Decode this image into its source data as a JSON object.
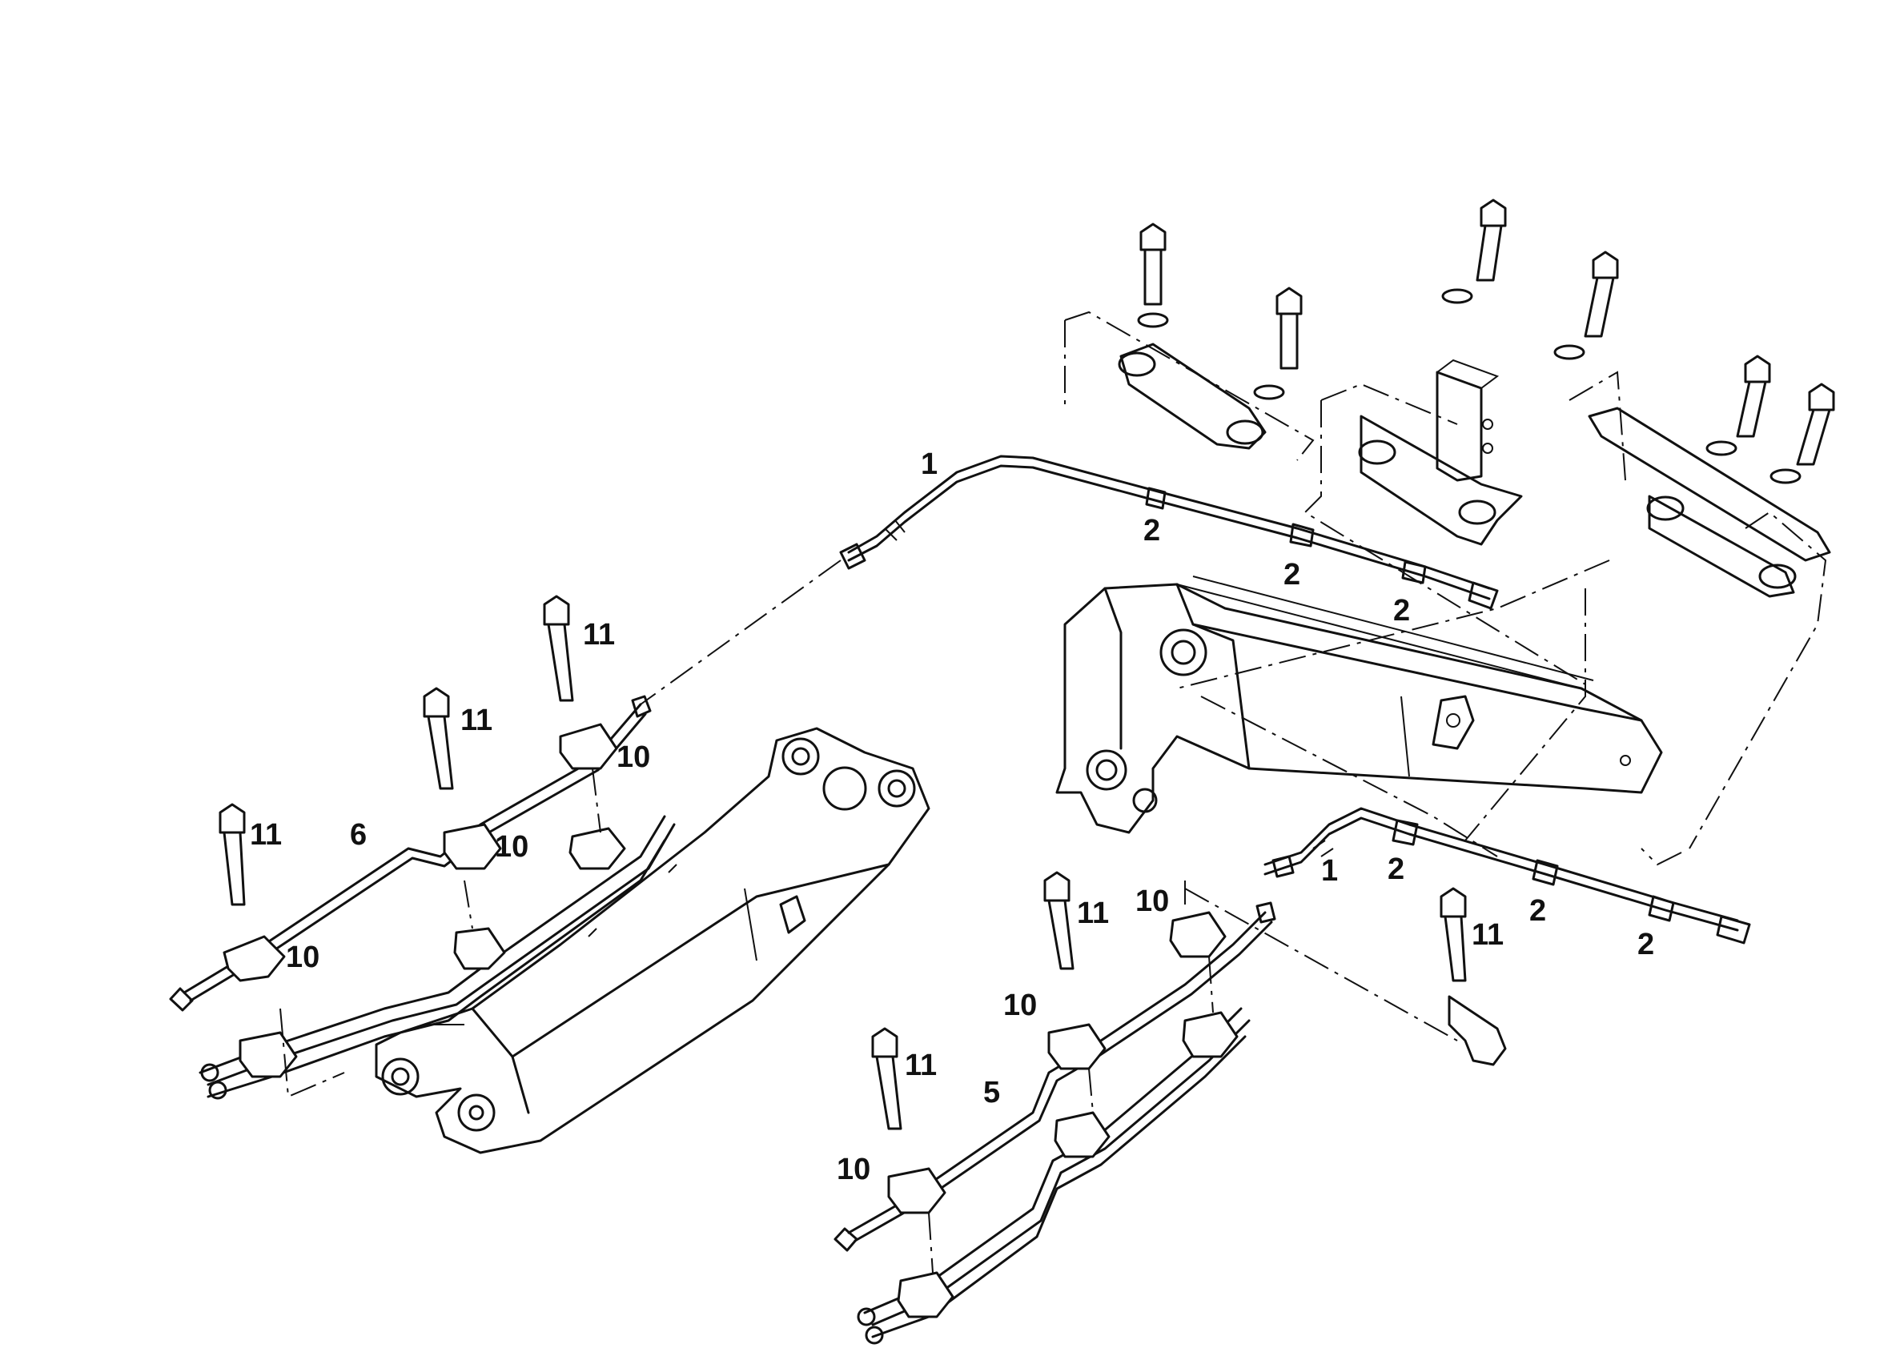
{
  "callouts": {
    "c1a": "1",
    "c1b": "1",
    "c2a": "2",
    "c2b": "2",
    "c2c": "2",
    "c2d": "2",
    "c2e": "2",
    "c2f": "2",
    "c5": "5",
    "c6": "6",
    "c10a": "10",
    "c10b": "10",
    "c10c": "10",
    "c10d": "10",
    "c10e": "10",
    "c10f": "10",
    "c11a": "11",
    "c11b": "11",
    "c11c": "11",
    "c11d": "11",
    "c11e": "11",
    "c11f": "11"
  }
}
